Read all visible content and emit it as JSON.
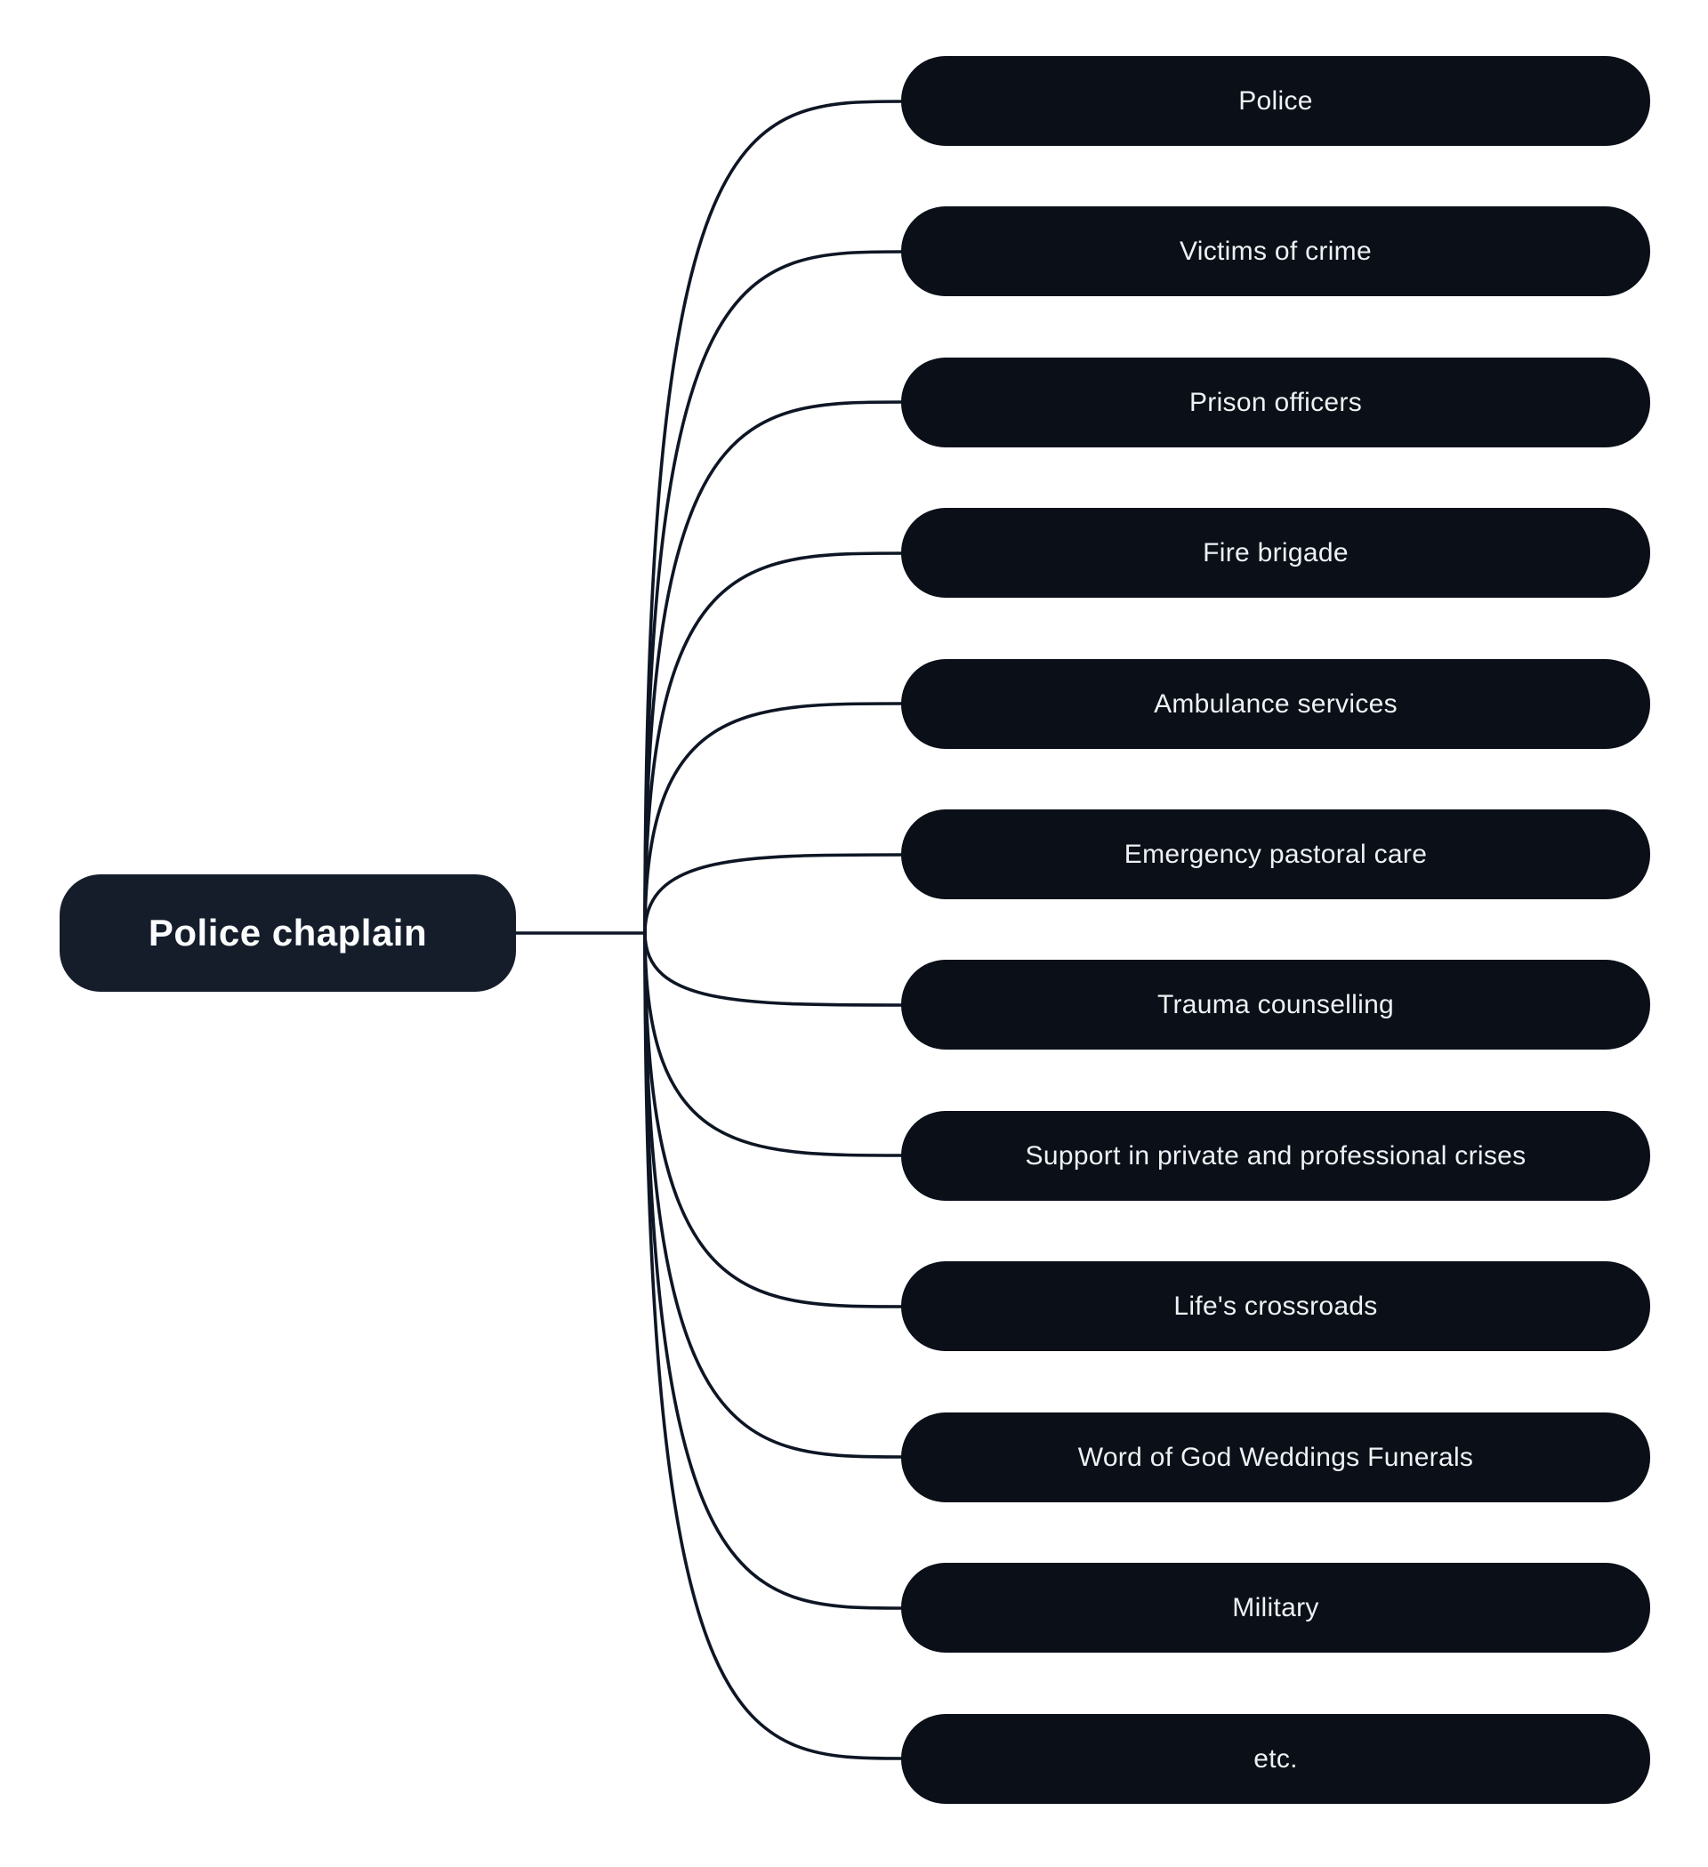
{
  "diagram": {
    "type": "mindmap",
    "root": {
      "label": "Police chaplain"
    },
    "children": [
      {
        "label": "Police"
      },
      {
        "label": "Victims of crime"
      },
      {
        "label": "Prison officers"
      },
      {
        "label": "Fire brigade"
      },
      {
        "label": "Ambulance services"
      },
      {
        "label": "Emergency pastoral care"
      },
      {
        "label": "Trauma counselling"
      },
      {
        "label": "Support in private and professional crises"
      },
      {
        "label": "Life's crossroads"
      },
      {
        "label": "Word of God Weddings Funerals"
      },
      {
        "label": "Military"
      },
      {
        "label": "etc."
      }
    ],
    "colors": {
      "background": "#ffffff",
      "root_fill": "#151d2b",
      "child_fill": "#0a0f18",
      "edge": "#0e1625",
      "text": "#eef1f3"
    }
  }
}
